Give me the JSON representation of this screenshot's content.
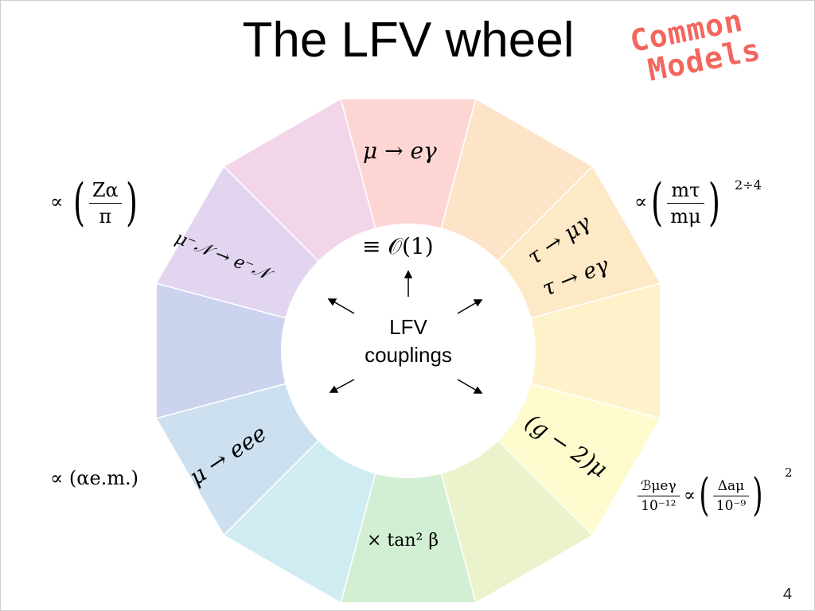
{
  "slide": {
    "title": "The LFV wheel",
    "page_number": "4",
    "stamp_line1": "Common",
    "stamp_line2": "Models"
  },
  "center": {
    "top_label": "≡ 𝒪(1)",
    "label_line1": "LFV",
    "label_line2": "couplings"
  },
  "segments": {
    "mu_e_gamma": "μ → eγ",
    "tau_mu_gamma": "τ → μγ",
    "tau_e_gamma": "τ → eγ",
    "g_minus_2": "(g − 2)μ",
    "tan_beta": "× tan² β",
    "mu_eee": "μ → eee",
    "mu_conversion": "μ⁻𝒩 → e⁻𝒩"
  },
  "annotations": {
    "z_alpha_prop": "∝",
    "z_alpha_num": "Zα",
    "z_alpha_den": "π",
    "mass_prop": "∝",
    "mass_num": "mτ",
    "mass_den": "mμ",
    "mass_exp": "2÷4",
    "alpha_em": "∝ (αe.m.)",
    "br_num": "ℬμeγ",
    "br_den": "10⁻¹²",
    "br_prop": "∝",
    "da_num": "Δaμ",
    "da_den": "10⁻⁹",
    "da_exp": "2"
  },
  "colors": {
    "seg_red": "#fdd6d4",
    "seg_orange": "#fde4c8",
    "seg_lt_orange": "#fde9c6",
    "seg_yellow_orange": "#fdedc6",
    "seg_yellow": "#fdf2c9",
    "seg_lt_yellow": "#fefbcf",
    "seg_lime": "#eaf3cc",
    "seg_green": "#d3efd3",
    "seg_cyan": "#cfecf2",
    "seg_lt_blue": "#cce0f0",
    "seg_blue": "#ccd3ee",
    "seg_purple": "#e2d5ef",
    "seg_pink": "#f3d5ea",
    "stamp": "#f2665e"
  }
}
